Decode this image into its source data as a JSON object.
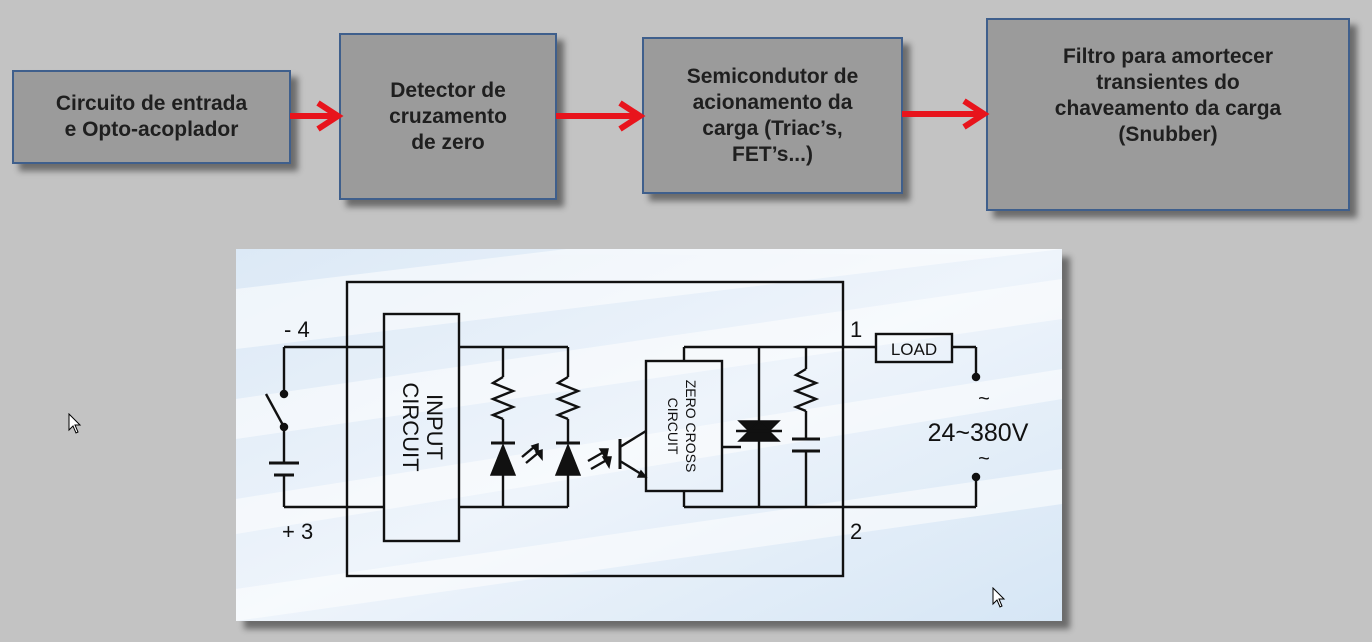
{
  "flow": {
    "blocks": [
      {
        "lines": [
          "Circuito de entrada",
          "e Opto-acoplador"
        ]
      },
      {
        "lines": [
          "Detector de",
          "cruzamento",
          "de zero"
        ]
      },
      {
        "lines": [
          "Semicondutor de",
          "acionamento da",
          "carga (Triac’s,",
          "FET’s...)"
        ]
      },
      {
        "lines": [
          "Filtro para amortecer",
          "transientes do",
          "chaveamento da carga",
          "(Snubber)"
        ]
      }
    ],
    "arrow_color": "#e8141c",
    "box_fill": "#9b9b9b",
    "box_border": "#3f5f8c"
  },
  "schematic": {
    "pin_neg": "-  4",
    "pin_pos": "+  3",
    "pin_1": "1",
    "pin_2": "2",
    "input_circuit": [
      "INPUT",
      "CIRCUIT"
    ],
    "zero_cross": [
      "ZERO CROSS",
      "CIRCUIT"
    ],
    "load": "LOAD",
    "tilde_top": "~",
    "voltage": "24~380V",
    "tilde_bottom": "~"
  }
}
